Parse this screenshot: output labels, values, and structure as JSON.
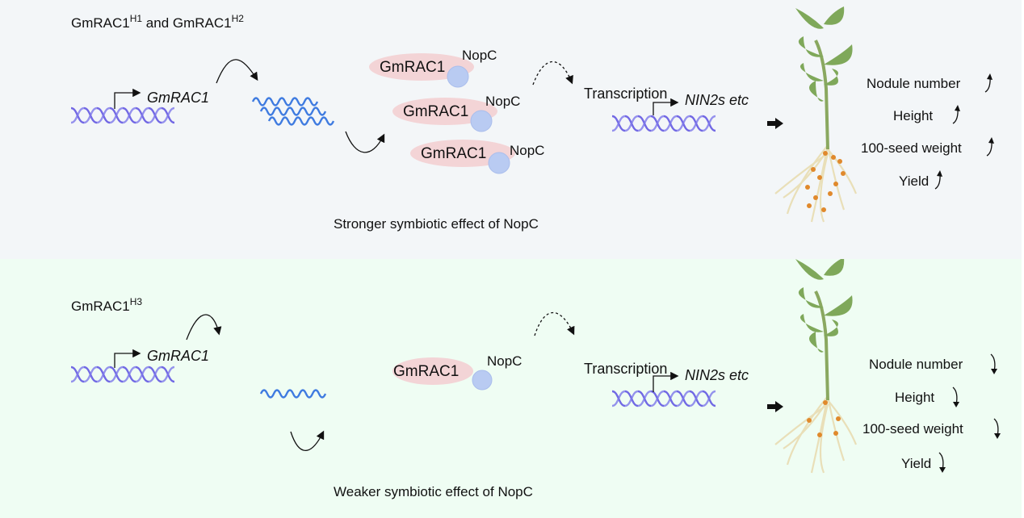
{
  "colors": {
    "top_panel_bg": "#f3f6f8",
    "bottom_panel_bg": "#effdf3",
    "dna": "#5a4fe0",
    "mrna": "#3f7be0",
    "gmrac1_ellipse": "#f3d4d6",
    "nopc_circle": "#b9cbf2",
    "leaf": "#7fa85a",
    "stem": "#8aa860",
    "root": "#e9dfb8",
    "nodule": "#e0892c"
  },
  "top": {
    "title_main": "GmRAC1",
    "title_sup1": "H1",
    "title_mid": " and GmRAC1",
    "title_sup2": "H2",
    "gene_label": "GmRAC1",
    "complexes": [
      {
        "protein": "GmRAC1",
        "partner": "NopC"
      },
      {
        "protein": "GmRAC1",
        "partner": "NopC"
      },
      {
        "protein": "GmRAC1",
        "partner": "NopC"
      }
    ],
    "transcription_label": "Transcription",
    "target_label": "NIN2s etc",
    "effect_caption": "Stronger symbiotic effect of NopC",
    "traits": [
      {
        "name": "Nodule number",
        "direction": "up"
      },
      {
        "name": "Height",
        "direction": "up"
      },
      {
        "name": "100-seed weight",
        "direction": "up"
      },
      {
        "name": "Yield",
        "direction": "up"
      }
    ]
  },
  "bottom": {
    "title_main": "GmRAC1",
    "title_sup": "H3",
    "gene_label": "GmRAC1",
    "complexes": [
      {
        "protein": "GmRAC1",
        "partner": "NopC"
      }
    ],
    "transcription_label": "Transcription",
    "target_label": "NIN2s etc",
    "effect_caption": "Weaker symbiotic effect of NopC",
    "traits": [
      {
        "name": "Nodule number",
        "direction": "down"
      },
      {
        "name": "Height",
        "direction": "down"
      },
      {
        "name": "100-seed weight",
        "direction": "down"
      },
      {
        "name": "Yield",
        "direction": "down"
      }
    ]
  }
}
